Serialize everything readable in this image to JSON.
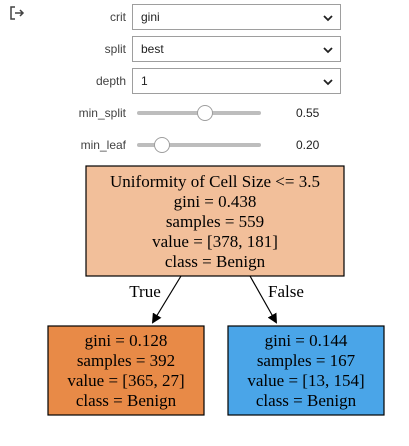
{
  "output_icon": "output-arrow-icon",
  "controls": {
    "crit": {
      "label": "crit",
      "value": "gini"
    },
    "split": {
      "label": "split",
      "value": "best"
    },
    "depth": {
      "label": "depth",
      "value": "1"
    },
    "min_split": {
      "label": "min_split",
      "value": 0.55,
      "display": "0.55"
    },
    "min_leaf": {
      "label": "min_leaf",
      "value": 0.2,
      "display": "0.20"
    }
  },
  "tree": {
    "root": {
      "lines": [
        "Uniformity of Cell Size <= 3.5",
        "gini = 0.438",
        "samples = 559",
        "value = [378, 181]",
        "class = Benign"
      ],
      "color": "#f2bf9a"
    },
    "left": {
      "lines": [
        "gini = 0.128",
        "samples = 392",
        "value = [365, 27]",
        "class = Benign"
      ],
      "color": "#e88a47"
    },
    "right": {
      "lines": [
        "gini = 0.144",
        "samples = 167",
        "value = [13, 154]",
        "class = Benign"
      ],
      "color": "#4aa5e8"
    },
    "edge_true": "True",
    "edge_false": "False"
  }
}
